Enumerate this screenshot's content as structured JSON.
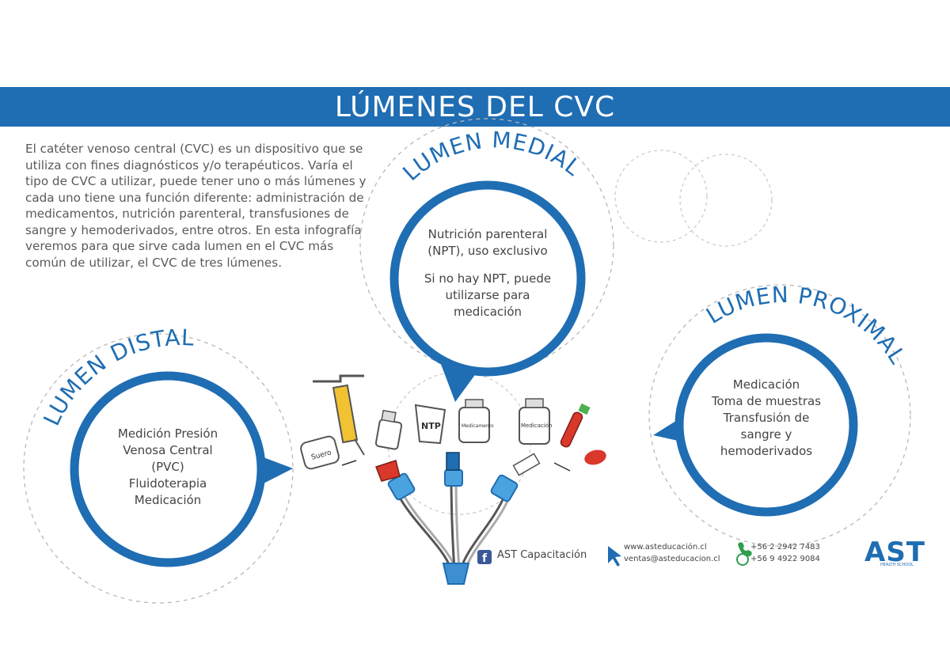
{
  "title": "LÚMENES DEL CVC",
  "intro": "El catéter venoso central (CVC) es un dispositivo que se utiliza con fines diagnósticos y/o terapéuticos. Varía el tipo de CVC a utilizar, puede tener uno o más lúmenes y cada uno tiene una función diferente: administración de medicamentos, nutrición parenteral, transfusiones de sangre y hemoderivados, entre otros. En esta infografía veremos para que sirve cada lumen en el CVC más común de utilizar, el CVC de tres lúmenes.",
  "lumens": {
    "medial": {
      "heading": "LUMEN MEDIAL",
      "line1": "Nutrición parenteral",
      "line2": "(NPT), uso exclusivo",
      "line3": "Si no hay NPT, puede",
      "line4": "utilizarse para",
      "line5": "medicación"
    },
    "distal": {
      "heading": "LUMEN DISTAL",
      "line1": "Medición Presión",
      "line2": "Venosa Central",
      "line3": "(PVC)",
      "line4": "Fluidoterapia",
      "line5": "Medicación"
    },
    "proximal": {
      "heading": "LUMEN PROXIMAL",
      "line1": "Medicación",
      "line2": "Toma de muestras",
      "line3": "Transfusión de",
      "line4": "sangre y",
      "line5": "hemoderivados"
    }
  },
  "illustration_labels": {
    "suero": "Suero",
    "ntp": "NTP",
    "med1": "Medicamento",
    "med2": "Medicación"
  },
  "footer": {
    "facebook": "AST Capacitación",
    "web": "www.asteducación.cl",
    "email": "ventas@asteducacion.cl",
    "phone": "+56 2 2942 7483",
    "whatsapp": "+56 9 4922 9084",
    "brand": "AST",
    "brand_sub": "HEALTH SCHOOL"
  },
  "colors": {
    "primary": "#1f6db3",
    "dashed": "#b8b8b8",
    "red": "#d9382b",
    "yellow": "#f1c232"
  }
}
